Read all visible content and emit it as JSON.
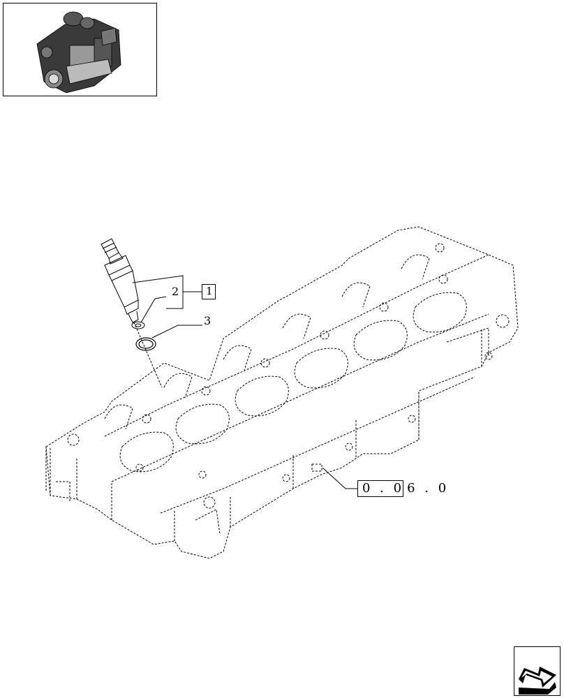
{
  "thumbnail": {
    "icon": "engine-thumbnail-icon"
  },
  "callouts": {
    "part_1": "1",
    "part_2": "2",
    "part_3": "3"
  },
  "reference": {
    "code_boxed": "0 . 0",
    "code_rest": "6 . 0"
  },
  "navigation": {
    "icon": "next-page-arrow-icon"
  }
}
